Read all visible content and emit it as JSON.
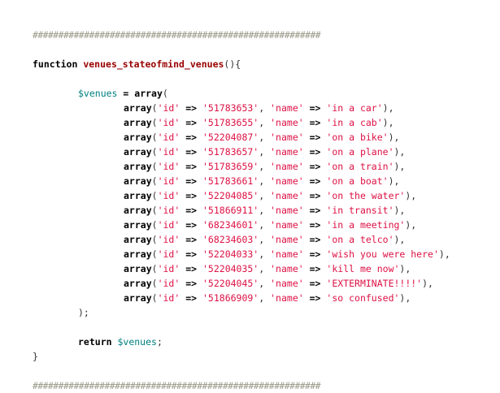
{
  "code": {
    "comment_line": "########################################################",
    "function_keyword": "function",
    "function_name": "venues_stateofmind_venues",
    "function_open": "(){",
    "variable": "$venues",
    "assign_op": "=",
    "array_keyword": "array",
    "array_open": "(",
    "id_key": "'id'",
    "name_key": "'name'",
    "arrow": "=>",
    "comma": ",",
    "item_close": "),",
    "array_close": ");",
    "return_keyword": "return",
    "return_variable": "$venues",
    "semicolon": ";",
    "function_close": "}",
    "venues": [
      {
        "id": "'51783653'",
        "name": "'in a car'"
      },
      {
        "id": "'51783655'",
        "name": "'in a cab'"
      },
      {
        "id": "'52204087'",
        "name": "'on a bike'"
      },
      {
        "id": "'51783657'",
        "name": "'on a plane'"
      },
      {
        "id": "'51783659'",
        "name": "'on a train'"
      },
      {
        "id": "'51783661'",
        "name": "'on a boat'"
      },
      {
        "id": "'52204085'",
        "name": "'on the water'"
      },
      {
        "id": "'51866911'",
        "name": "'in transit'"
      },
      {
        "id": "'68234601'",
        "name": "'in a meeting'"
      },
      {
        "id": "'68234603'",
        "name": "'on a telco'"
      },
      {
        "id": "'52204033'",
        "name": "'wish you were here'"
      },
      {
        "id": "'52204035'",
        "name": "'kill me now'"
      },
      {
        "id": "'52204045'",
        "name": "'EXTERMINATE!!!!'"
      },
      {
        "id": "'51866909'",
        "name": "'so confused'"
      }
    ]
  }
}
